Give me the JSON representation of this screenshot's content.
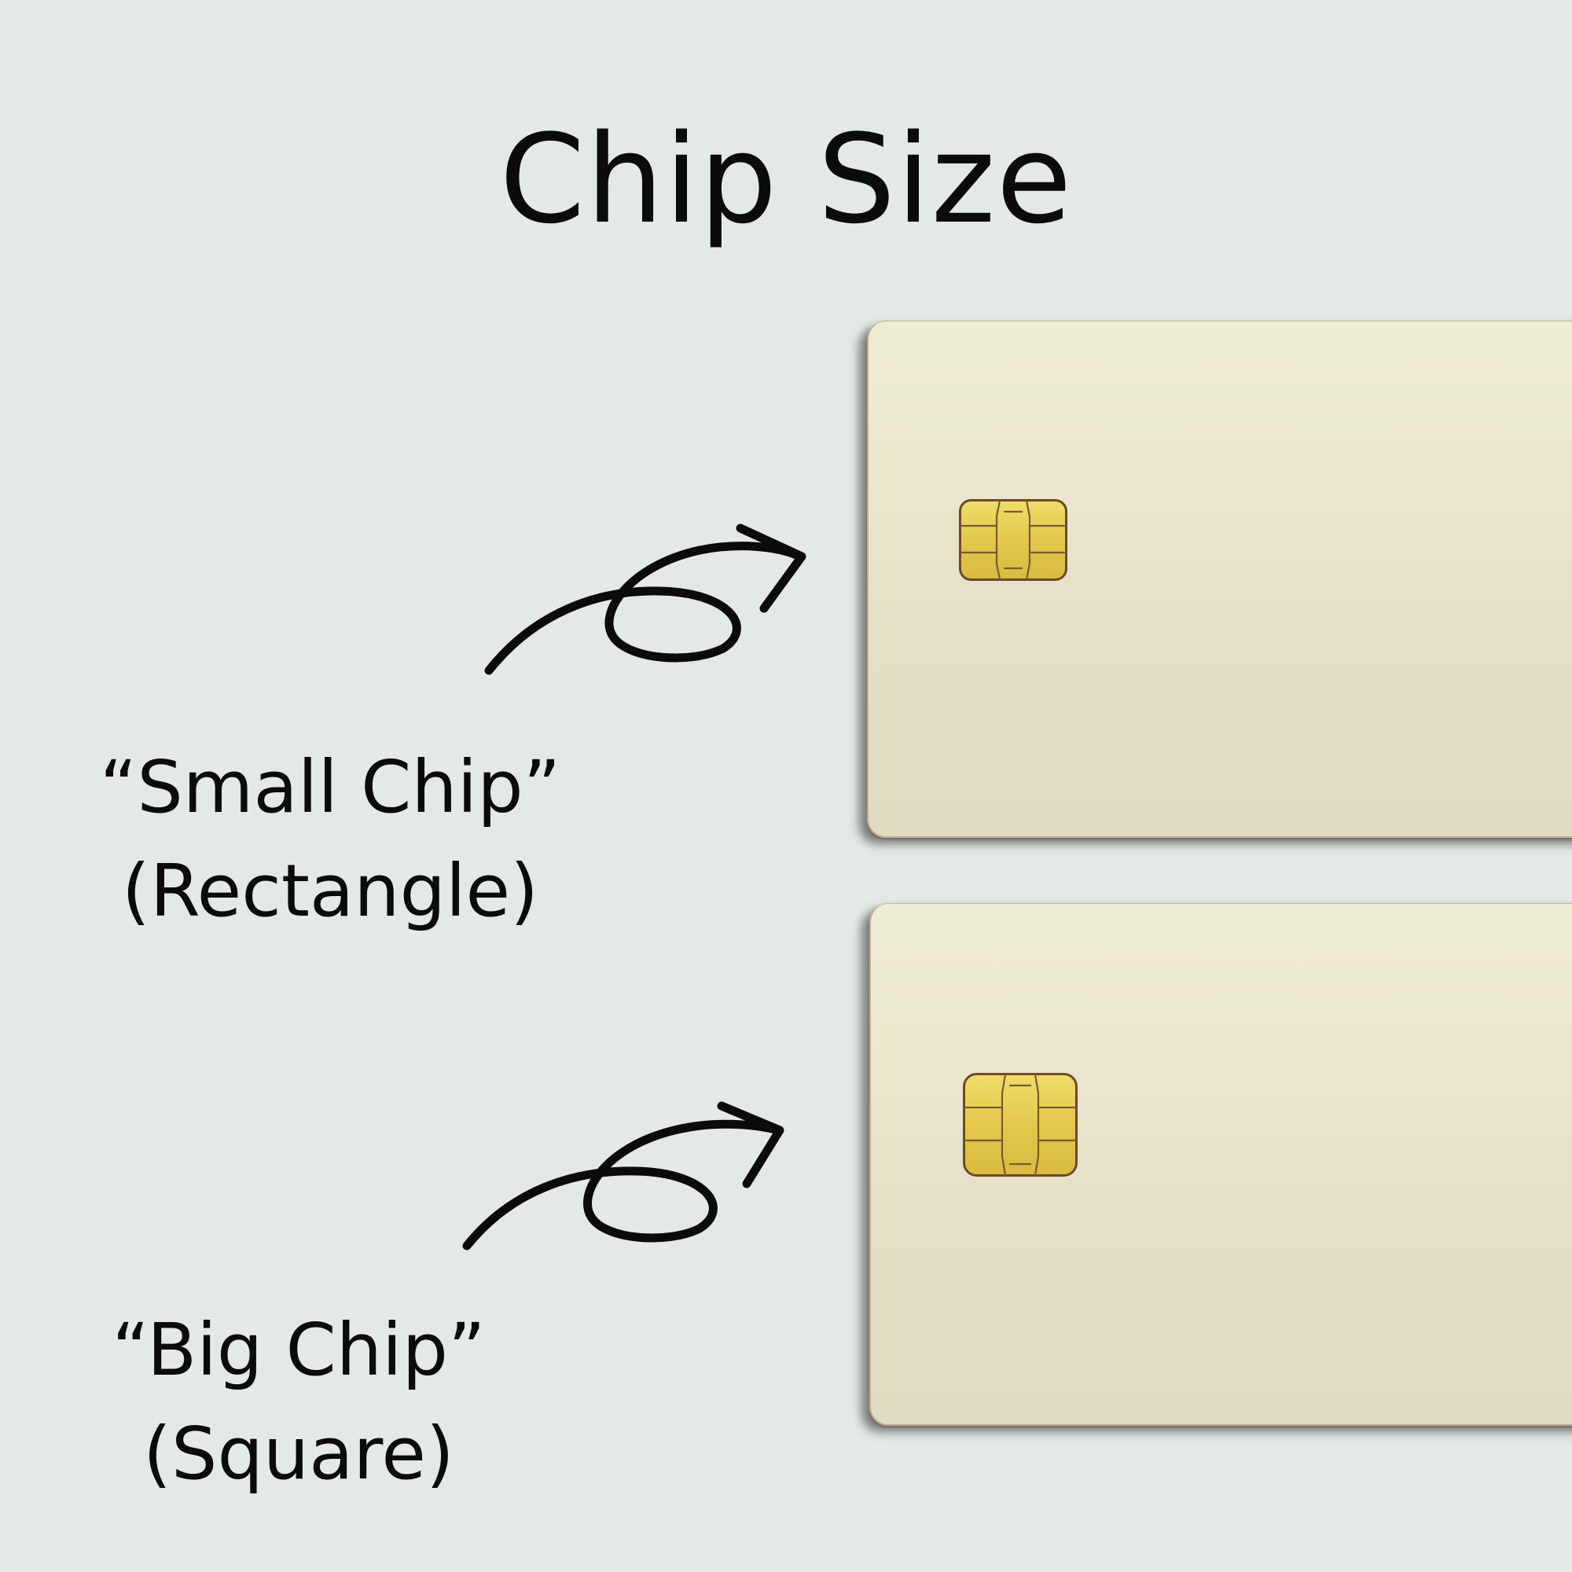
{
  "title": "Chip Size",
  "options": [
    {
      "name_label": "“Small Chip”",
      "shape_label": "(Rectangle)"
    },
    {
      "name_label": "“Big Chip”",
      "shape_label": "(Square)"
    }
  ],
  "colors": {
    "background": "#e3e9e5",
    "card": "#ebe7cf",
    "chip_gold": "#e6cf55",
    "text": "#0b0b0b"
  }
}
